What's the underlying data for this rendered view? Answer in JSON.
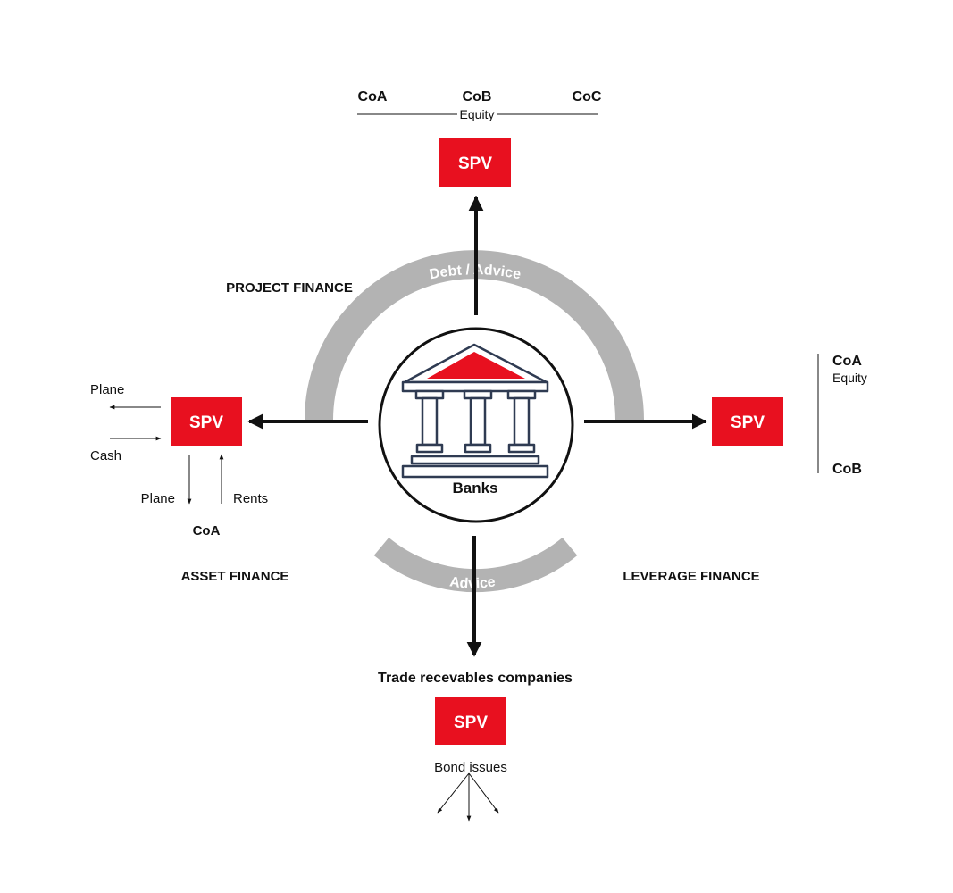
{
  "colors": {
    "spv_red": "#e8101f",
    "arc_gray": "#b3b3b3",
    "line_black": "#111111",
    "building_navy": "#2f3b52"
  },
  "center": {
    "label": "Banks",
    "icon": "bank-building-icon"
  },
  "arcs": {
    "top_label": "Debt / Advice",
    "bottom_label": "Advice"
  },
  "spv_label": "SPV",
  "top": {
    "companies": [
      "CoA",
      "CoB",
      "CoC"
    ],
    "equity_label": "Equity"
  },
  "right": {
    "company_top": "CoA",
    "equity_label": "Equity",
    "company_bottom": "CoB"
  },
  "left": {
    "plane_out": "Plane",
    "cash_in": "Cash",
    "plane_down": "Plane",
    "rents_up": "Rents",
    "company": "CoA"
  },
  "bottom": {
    "title": "Trade recevables companies",
    "bond_label": "Bond issues"
  },
  "quadrants": {
    "project_finance": "PROJECT FINANCE",
    "asset_finance": "ASSET FINANCE",
    "leverage_finance": "LEVERAGE FINANCE"
  }
}
